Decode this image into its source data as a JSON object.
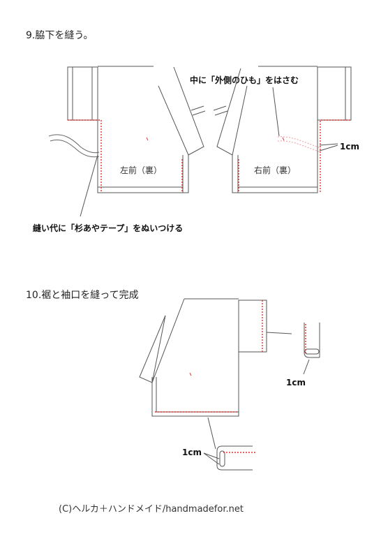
{
  "step9": {
    "title": "9.脇下を縫う。",
    "label_left": "左前（裏）",
    "label_right": "右前（裏）",
    "note_himo": "中に「外側のひも」をはさむ",
    "note_tape": "縫い代に「杉あやテープ」をぬいつける",
    "dim_1cm": "1cm"
  },
  "step10": {
    "title": "10.裾と袖口を縫って完成",
    "dim_sleeve": "1cm",
    "dim_hem": "1cm"
  },
  "footer": "(C)ヘルカ＋ハンドメイド/handmadefor.net",
  "colors": {
    "stitch": "#e53030",
    "line": "#555555",
    "pink": "#f19aa0"
  }
}
